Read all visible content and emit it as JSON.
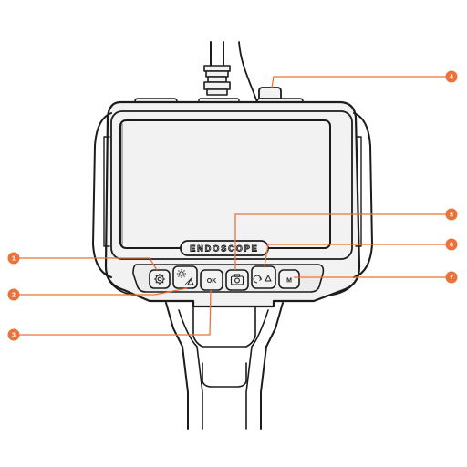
{
  "device": {
    "brand_label": "ENDOSCOPE",
    "ok_label": "OK",
    "mode_label": "M"
  },
  "callouts": [
    {
      "number": "1",
      "target": "settings-button"
    },
    {
      "number": "2",
      "target": "brightness-led-button"
    },
    {
      "number": "3",
      "target": "ok-button"
    },
    {
      "number": "4",
      "target": "top-port"
    },
    {
      "number": "5",
      "target": "camera-button"
    },
    {
      "number": "6",
      "target": "rotate-button"
    },
    {
      "number": "7",
      "target": "mode-button"
    }
  ],
  "icons": {
    "settings": "gear-icon",
    "brightness": "sun-icon",
    "camera": "camera-icon",
    "rotate": "rotate-icon"
  },
  "colors": {
    "callout": "#E8743B",
    "outline": "#1c1c1c",
    "device_fill": "#f2f2f2"
  }
}
